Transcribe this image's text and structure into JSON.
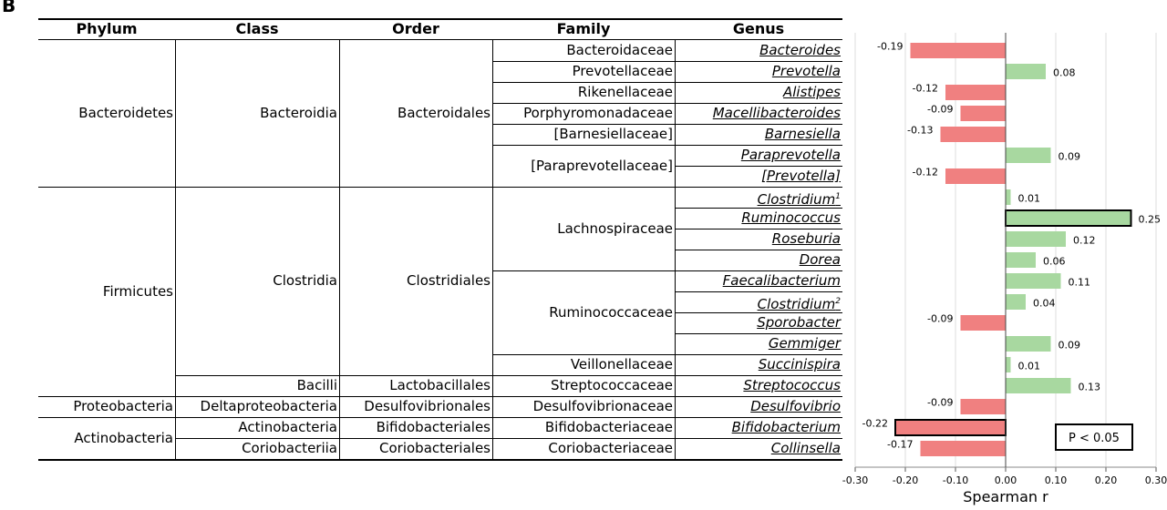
{
  "panel_label": "B",
  "table": {
    "headers": [
      "Phylum",
      "Class",
      "Order",
      "Family",
      "Genus"
    ],
    "rows": [
      {
        "genus": "Bacteroides",
        "family": "Bacteroidaceae"
      },
      {
        "genus": "Prevotella",
        "family": "Prevotellaceae"
      },
      {
        "genus": "Alistipes",
        "family": "Rikenellaceae"
      },
      {
        "genus": "Macellibacteroides",
        "family": "Porphyromonadaceae"
      },
      {
        "genus": "Barnesiella",
        "family": "[Barnesiellaceae]"
      },
      {
        "genus": "Paraprevotella",
        "family": "[Paraprevotellaceae]"
      },
      {
        "genus": "[Prevotella]",
        "family": ""
      },
      {
        "genus": "Clostridium",
        "sup": "1",
        "family": "Lachnospiraceae"
      },
      {
        "genus": "Ruminococcus",
        "family": ""
      },
      {
        "genus": "Roseburia",
        "family": ""
      },
      {
        "genus": "Dorea",
        "family": ""
      },
      {
        "genus": "Faecalibacterium",
        "family": "Ruminococcaceae"
      },
      {
        "genus": "Clostridium",
        "sup": "2",
        "family": ""
      },
      {
        "genus": "Sporobacter",
        "family": ""
      },
      {
        "genus": "Gemmiger",
        "family": ""
      },
      {
        "genus": "Succinispira",
        "family": "Veillonellaceae"
      },
      {
        "genus": "Streptococcus",
        "family": "Streptococcaceae"
      },
      {
        "genus": "Desulfovibrio",
        "family": "Desulfovibrionaceae"
      },
      {
        "genus": "Bifidobacterium",
        "family": "Bifidobacteriaceae"
      },
      {
        "genus": "Collinsella",
        "family": "Coriobacteriaceae"
      }
    ],
    "phyla": [
      {
        "label": "Bacteroidetes"
      },
      {
        "label": "Firmicutes"
      },
      {
        "label": "Proteobacteria"
      },
      {
        "label": "Actinobacteria"
      }
    ],
    "classes": [
      {
        "label": "Bacteroidia"
      },
      {
        "label": "Clostridia"
      },
      {
        "label": "Bacilli"
      },
      {
        "label": "Deltaproteobacteria"
      },
      {
        "label": "Actinobacteria"
      },
      {
        "label": "Coriobacteriia"
      }
    ],
    "orders": [
      {
        "label": "Bacteroidales"
      },
      {
        "label": "Clostridiales"
      },
      {
        "label": "Lactobacillales"
      },
      {
        "label": "Desulfovibrionales"
      },
      {
        "label": "Bifidobacteriales"
      },
      {
        "label": "Coriobacteriales"
      }
    ]
  },
  "chart_data": {
    "type": "bar",
    "orientation": "horizontal",
    "categories": [
      "Bacteroides",
      "Prevotella",
      "Alistipes",
      "Macellibacteroides",
      "Barnesiella",
      "Paraprevotella",
      "[Prevotella]",
      "Clostridium1",
      "Ruminococcus",
      "Roseburia",
      "Dorea",
      "Faecalibacterium",
      "Clostridium2",
      "Sporobacter",
      "Gemmiger",
      "Succinispira",
      "Streptococcus",
      "Desulfovibrio",
      "Bifidobacterium",
      "Collinsella"
    ],
    "values": [
      -0.19,
      0.08,
      -0.12,
      -0.09,
      -0.13,
      0.09,
      -0.12,
      0.01,
      0.25,
      0.12,
      0.06,
      0.11,
      0.04,
      -0.09,
      0.09,
      0.01,
      0.13,
      -0.09,
      -0.22,
      -0.17
    ],
    "value_labels": [
      "-0.19",
      "0.08",
      "-0.12",
      "-0.09",
      "-0.13",
      "0.09",
      "-0.12",
      "0.01",
      "0.25",
      "0.12",
      "0.06",
      "0.11",
      "0.04",
      "-0.09",
      "0.09",
      "0.01",
      "0.13",
      "-0.09",
      "-0.22",
      "-0.17"
    ],
    "significant": [
      false,
      false,
      false,
      false,
      false,
      false,
      false,
      false,
      true,
      false,
      false,
      false,
      false,
      false,
      false,
      false,
      false,
      false,
      true,
      false
    ],
    "xlabel": "Spearman r",
    "xlim": [
      -0.3,
      0.3
    ],
    "xticks": [
      -0.3,
      -0.2,
      -0.1,
      0,
      0.1,
      0.2,
      0.3
    ],
    "xtick_labels": [
      "-0.30",
      "-0.20",
      "-0.10",
      "0.00",
      "0.10",
      "0.20",
      "0.30"
    ],
    "legend_text": "P < 0.05",
    "legend_position": "bottom-right",
    "grid": true,
    "colors": {
      "negative": "#f08080",
      "positive": "#a8d8a0",
      "outline": "#000000",
      "grid": "#dddddd"
    }
  }
}
